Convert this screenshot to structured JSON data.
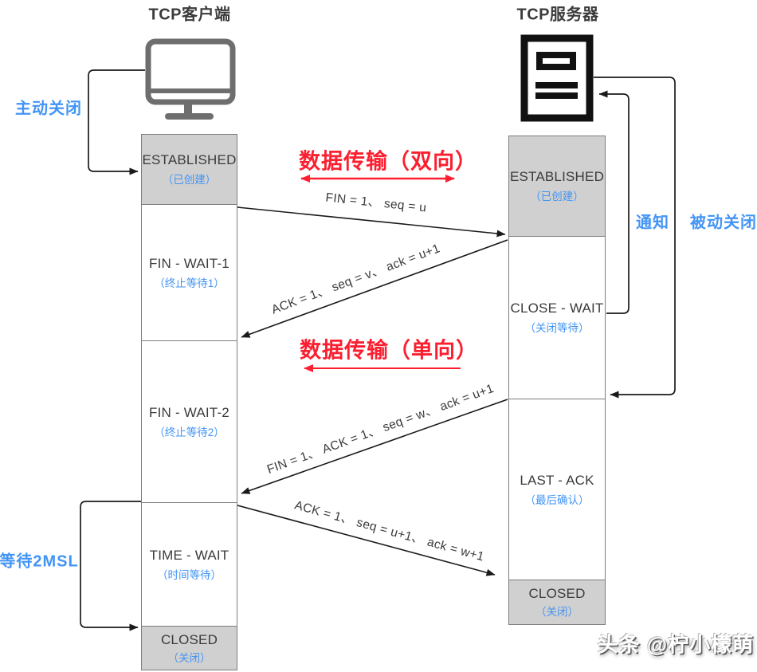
{
  "client": {
    "title": "TCP客户端",
    "labels": {
      "active_close": "主动关闭",
      "wait_2msl": "等待2MSL"
    },
    "states": [
      {
        "name": "ESTABLISHED",
        "sub": "（已创建）"
      },
      {
        "name": "FIN - WAIT-1",
        "sub": "（终止等待1）"
      },
      {
        "name": "FIN - WAIT-2",
        "sub": "（终止等待2）"
      },
      {
        "name": "TIME - WAIT",
        "sub": "（时间等待）"
      },
      {
        "name": "CLOSED",
        "sub": "（关闭）"
      }
    ]
  },
  "server": {
    "title": "TCP服务器",
    "labels": {
      "notify": "通知",
      "passive_close": "被动关闭"
    },
    "states": [
      {
        "name": "ESTABLISHED",
        "sub": "（已创建）"
      },
      {
        "name": "CLOSE - WAIT",
        "sub": "（关闭等待）"
      },
      {
        "name": "LAST - ACK",
        "sub": "（最后确认）"
      },
      {
        "name": "CLOSED",
        "sub": "（关闭）"
      }
    ]
  },
  "transfers": {
    "bidirectional": "数据传输（双向）",
    "unidirectional": "数据传输（单向）"
  },
  "messages": [
    "FIN = 1、 seq = u",
    "ACK = 1、 seq = v、 ack = u+1",
    "FIN = 1、 ACK = 1、 seq = w、 ack = u+1",
    "ACK = 1、 seq = u+1、 ack = w+1"
  ],
  "watermark": "头条 @柠小檬萌",
  "colors": {
    "red": "#fb1f30",
    "blue": "#4294f5",
    "box_shaded": "#d0d0d0",
    "box_border": "#7d7d7d",
    "text_dark": "#3b3b3b",
    "monitor_gray": "#6e6e6e",
    "server_black": "#111111"
  }
}
